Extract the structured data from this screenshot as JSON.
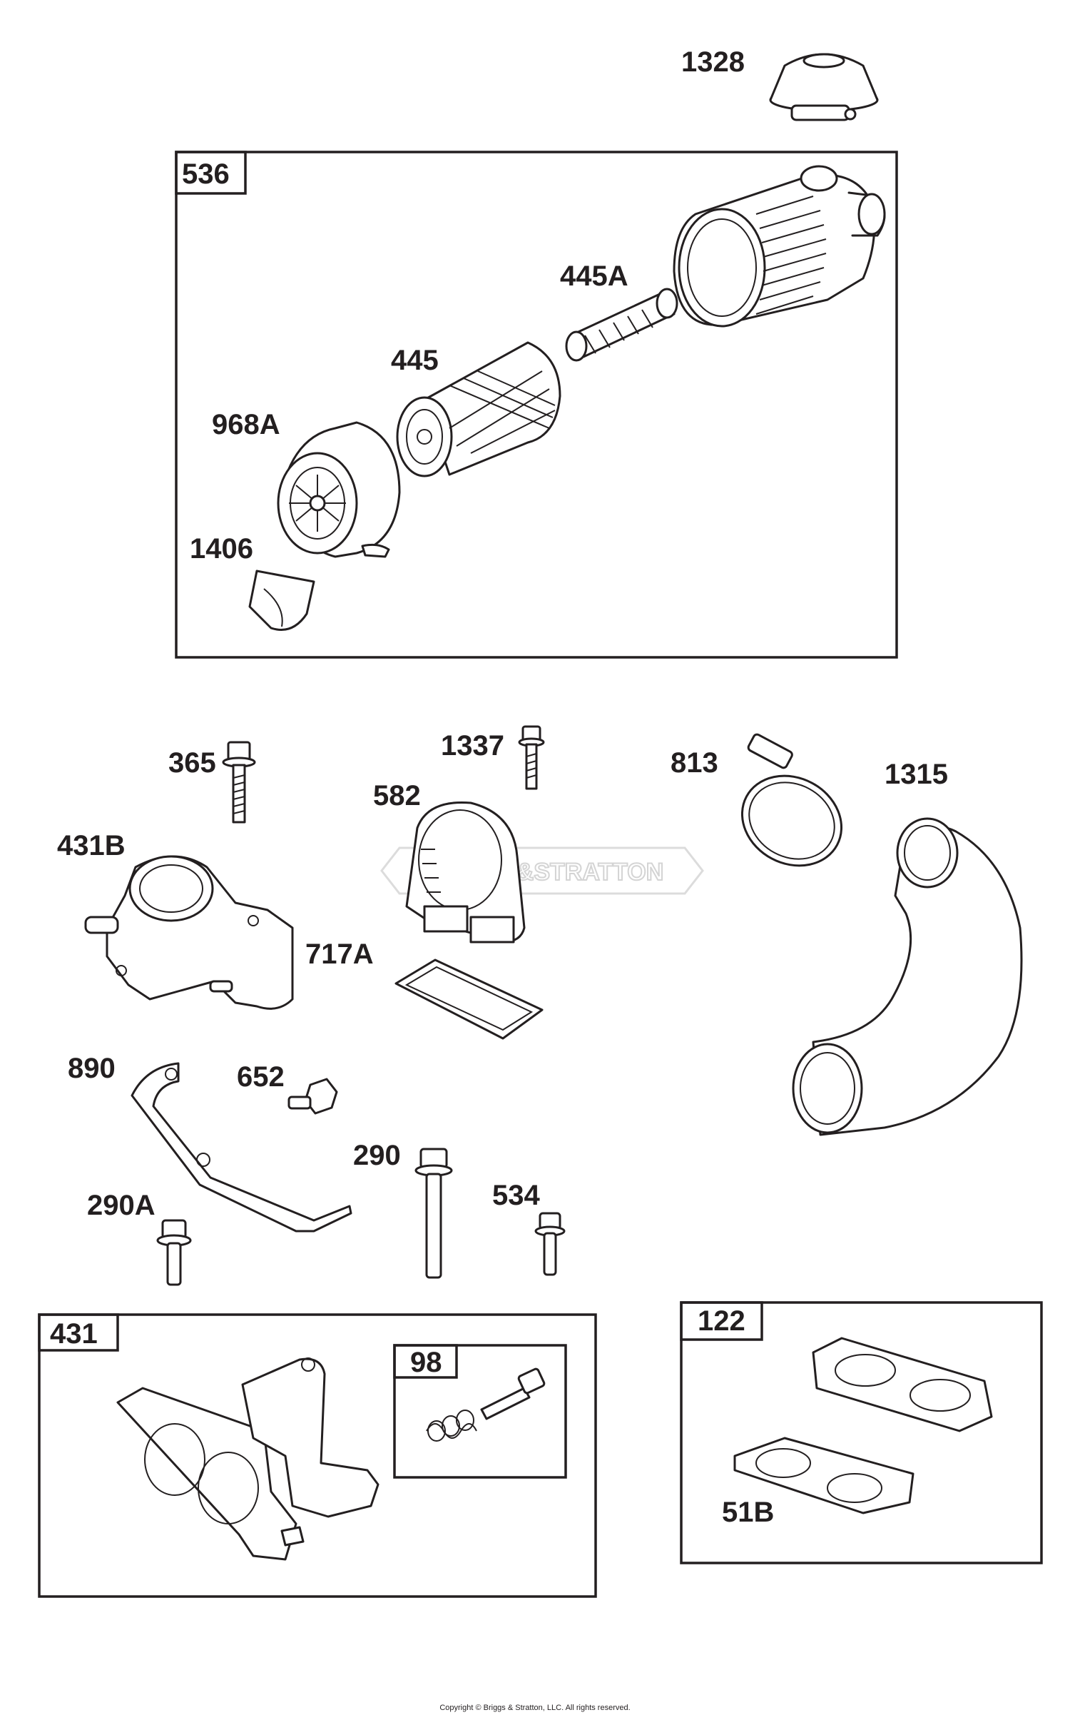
{
  "watermark": "BRIGGS&STRATTON",
  "copyright": "Copyright © Briggs & Stratton, LLC. All rights reserved.",
  "boxes": {
    "b536": "536",
    "b431": "431",
    "b98": "98",
    "b122": "122"
  },
  "labels": {
    "p1328": "1328",
    "p445A": "445A",
    "p445": "445",
    "p968A": "968A",
    "p1406": "1406",
    "p365": "365",
    "p1337": "1337",
    "p582": "582",
    "p813": "813",
    "p1315": "1315",
    "p431B": "431B",
    "p717A": "717A",
    "p890": "890",
    "p652": "652",
    "p290": "290",
    "p290A": "290A",
    "p534": "534",
    "p51B": "51B"
  }
}
